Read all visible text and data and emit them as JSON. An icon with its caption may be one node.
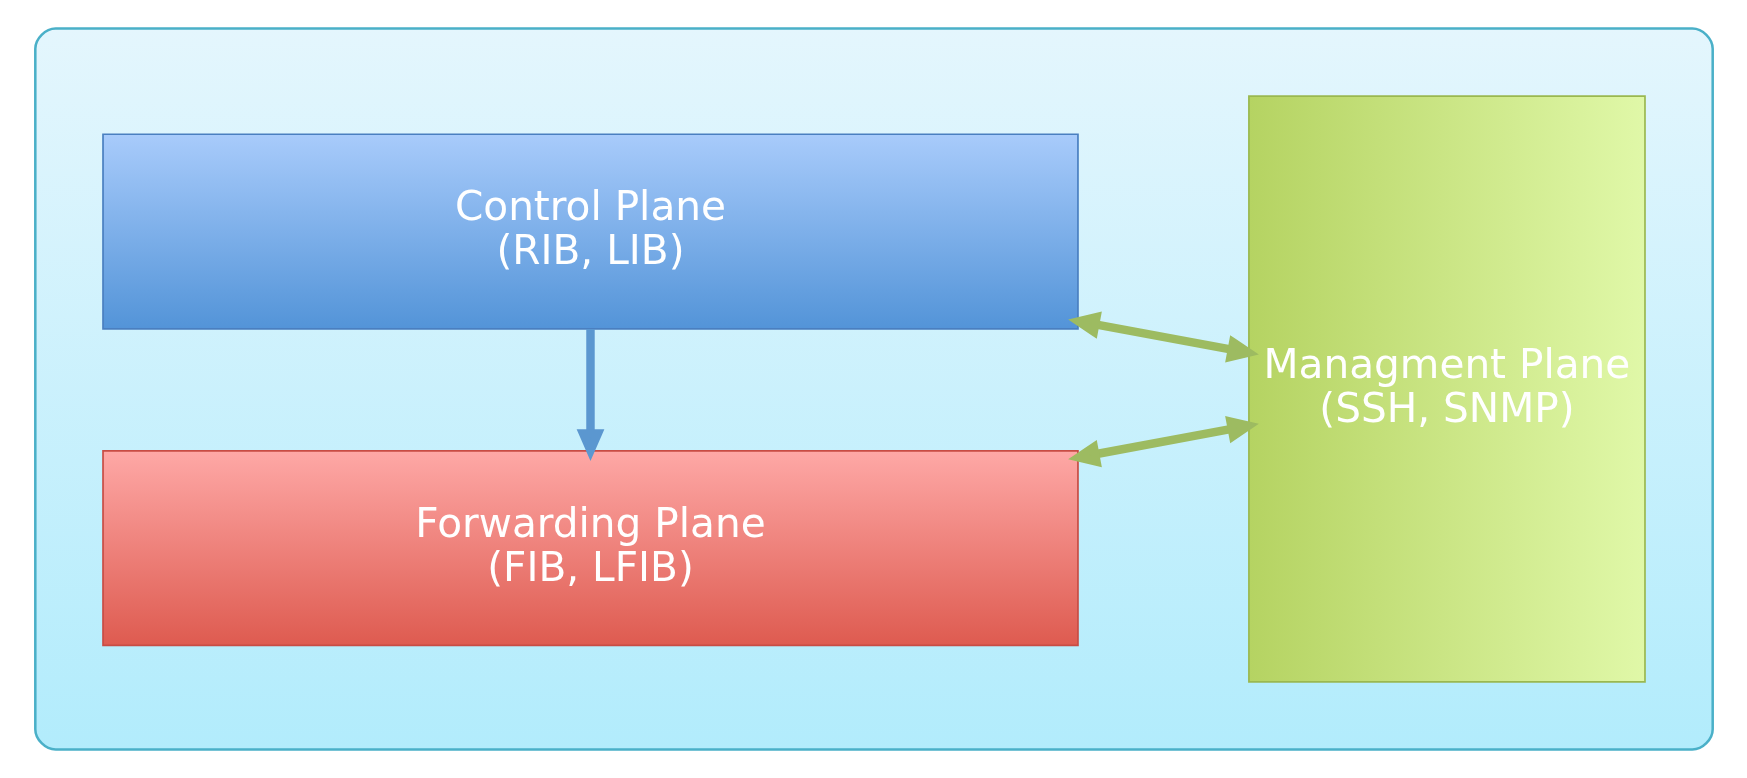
{
  "diagram": {
    "nodes": [
      {
        "text": [],
        "shape": "box"
      },
      {
        "text": [
          "Control Plane",
          "(RIB, LIB)"
        ],
        "in": 0
      },
      {
        "text": [
          "Forwarding Plane",
          "(FIB, LFIB)"
        ],
        "in": 0
      },
      {
        "text": [
          "Managment Plane",
          "(SSH, SNMP)"
        ],
        "in": 0
      }
    ],
    "edges": [
      {
        "from": 1,
        "to": 2,
        "arrow": "to",
        "color": "#5b97d0"
      },
      {
        "from": 1,
        "to": 3,
        "arrow": "both"
      },
      {
        "from": 2,
        "to": 3,
        "arrow": "both"
      }
    ]
  }
}
